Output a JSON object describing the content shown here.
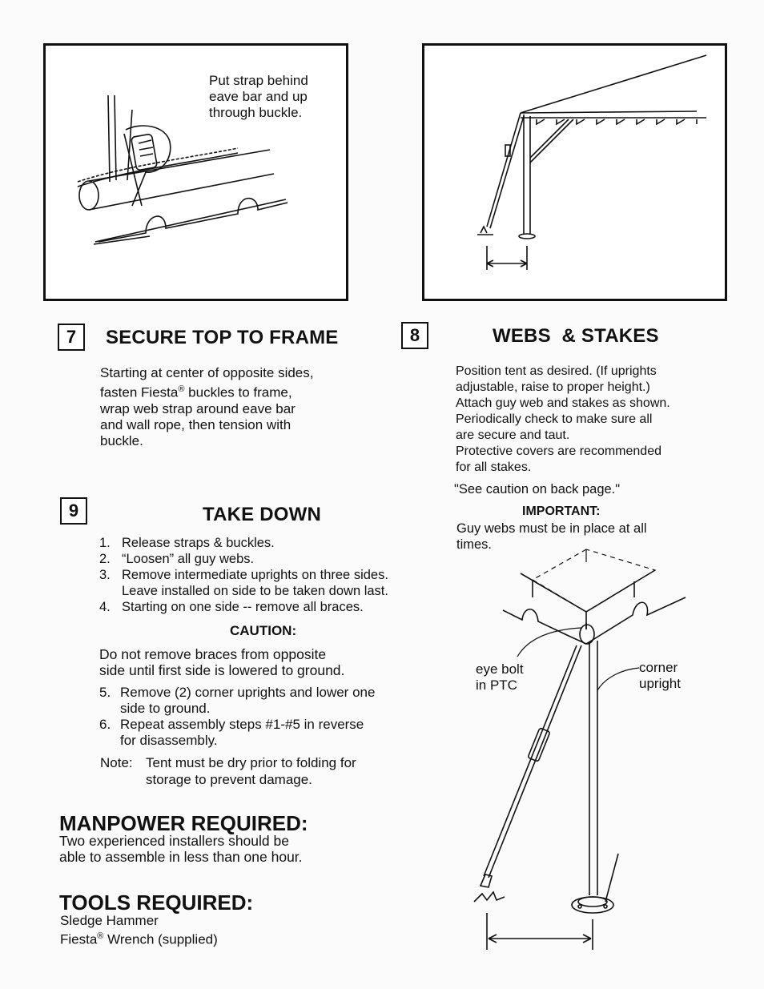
{
  "fig7": {
    "caption": "Put strap behind\neave bar and up\nthrough buckle."
  },
  "step7": {
    "number": "7",
    "title": "SECURE TOP TO FRAME",
    "lines": [
      "Starting at center of opposite sides,",
      "fasten Fiesta",
      " buckles to frame,",
      "wrap web strap around eave bar",
      "and wall rope, then tension with",
      "buckle."
    ],
    "reg": "®"
  },
  "step8": {
    "number": "8",
    "title": "WEBS  & STAKES",
    "text": "Position tent as desired. (If uprights\nadjustable, raise to proper height.)\nAttach guy web and stakes as shown.\nPeriodically check to make sure all\nare secure and taut.\nProtective covers are recommended\nfor all stakes.",
    "caution_ref": "\"See caution on back page.\"",
    "important_label": "IMPORTANT:",
    "important_text": "Guy webs must be in place at all\ntimes."
  },
  "step9": {
    "number": "9",
    "title": "TAKE DOWN",
    "items_a": [
      {
        "n": "1.",
        "text": "Release straps & buckles."
      },
      {
        "n": "2.",
        "text": "“Loosen” all guy webs."
      },
      {
        "n": "3.",
        "text": "Remove intermediate uprights on three sides.\nLeave installed on side to be taken down last."
      },
      {
        "n": "4.",
        "text": "Starting on one side -- remove all braces."
      }
    ],
    "caution_label": "CAUTION:",
    "caution_text": "Do not remove braces from opposite\nside until first side is lowered to ground.",
    "items_b": [
      {
        "n": "5.",
        "text": "Remove (2) corner uprights and lower one\nside to ground."
      },
      {
        "n": "6.",
        "text": "Repeat assembly steps #1-#5 in reverse\nfor disassembly."
      }
    ],
    "note_label": "Note:",
    "note_text": "Tent must be dry prior to folding for\nstorage to prevent damage."
  },
  "manpower": {
    "title": "MANPOWER REQUIRED:",
    "text": "Two experienced installers should be\nable to assemble in less than one hour."
  },
  "tools": {
    "title": "TOOLS REQUIRED:",
    "line1": "Sledge Hammer",
    "line2_a": "Fiesta",
    "line2_reg": "®",
    "line2_b": " Wrench (supplied)"
  },
  "fig_corner": {
    "eye_bolt": "eye bolt\nin PTC",
    "corner_upright": "corner\nupright"
  }
}
